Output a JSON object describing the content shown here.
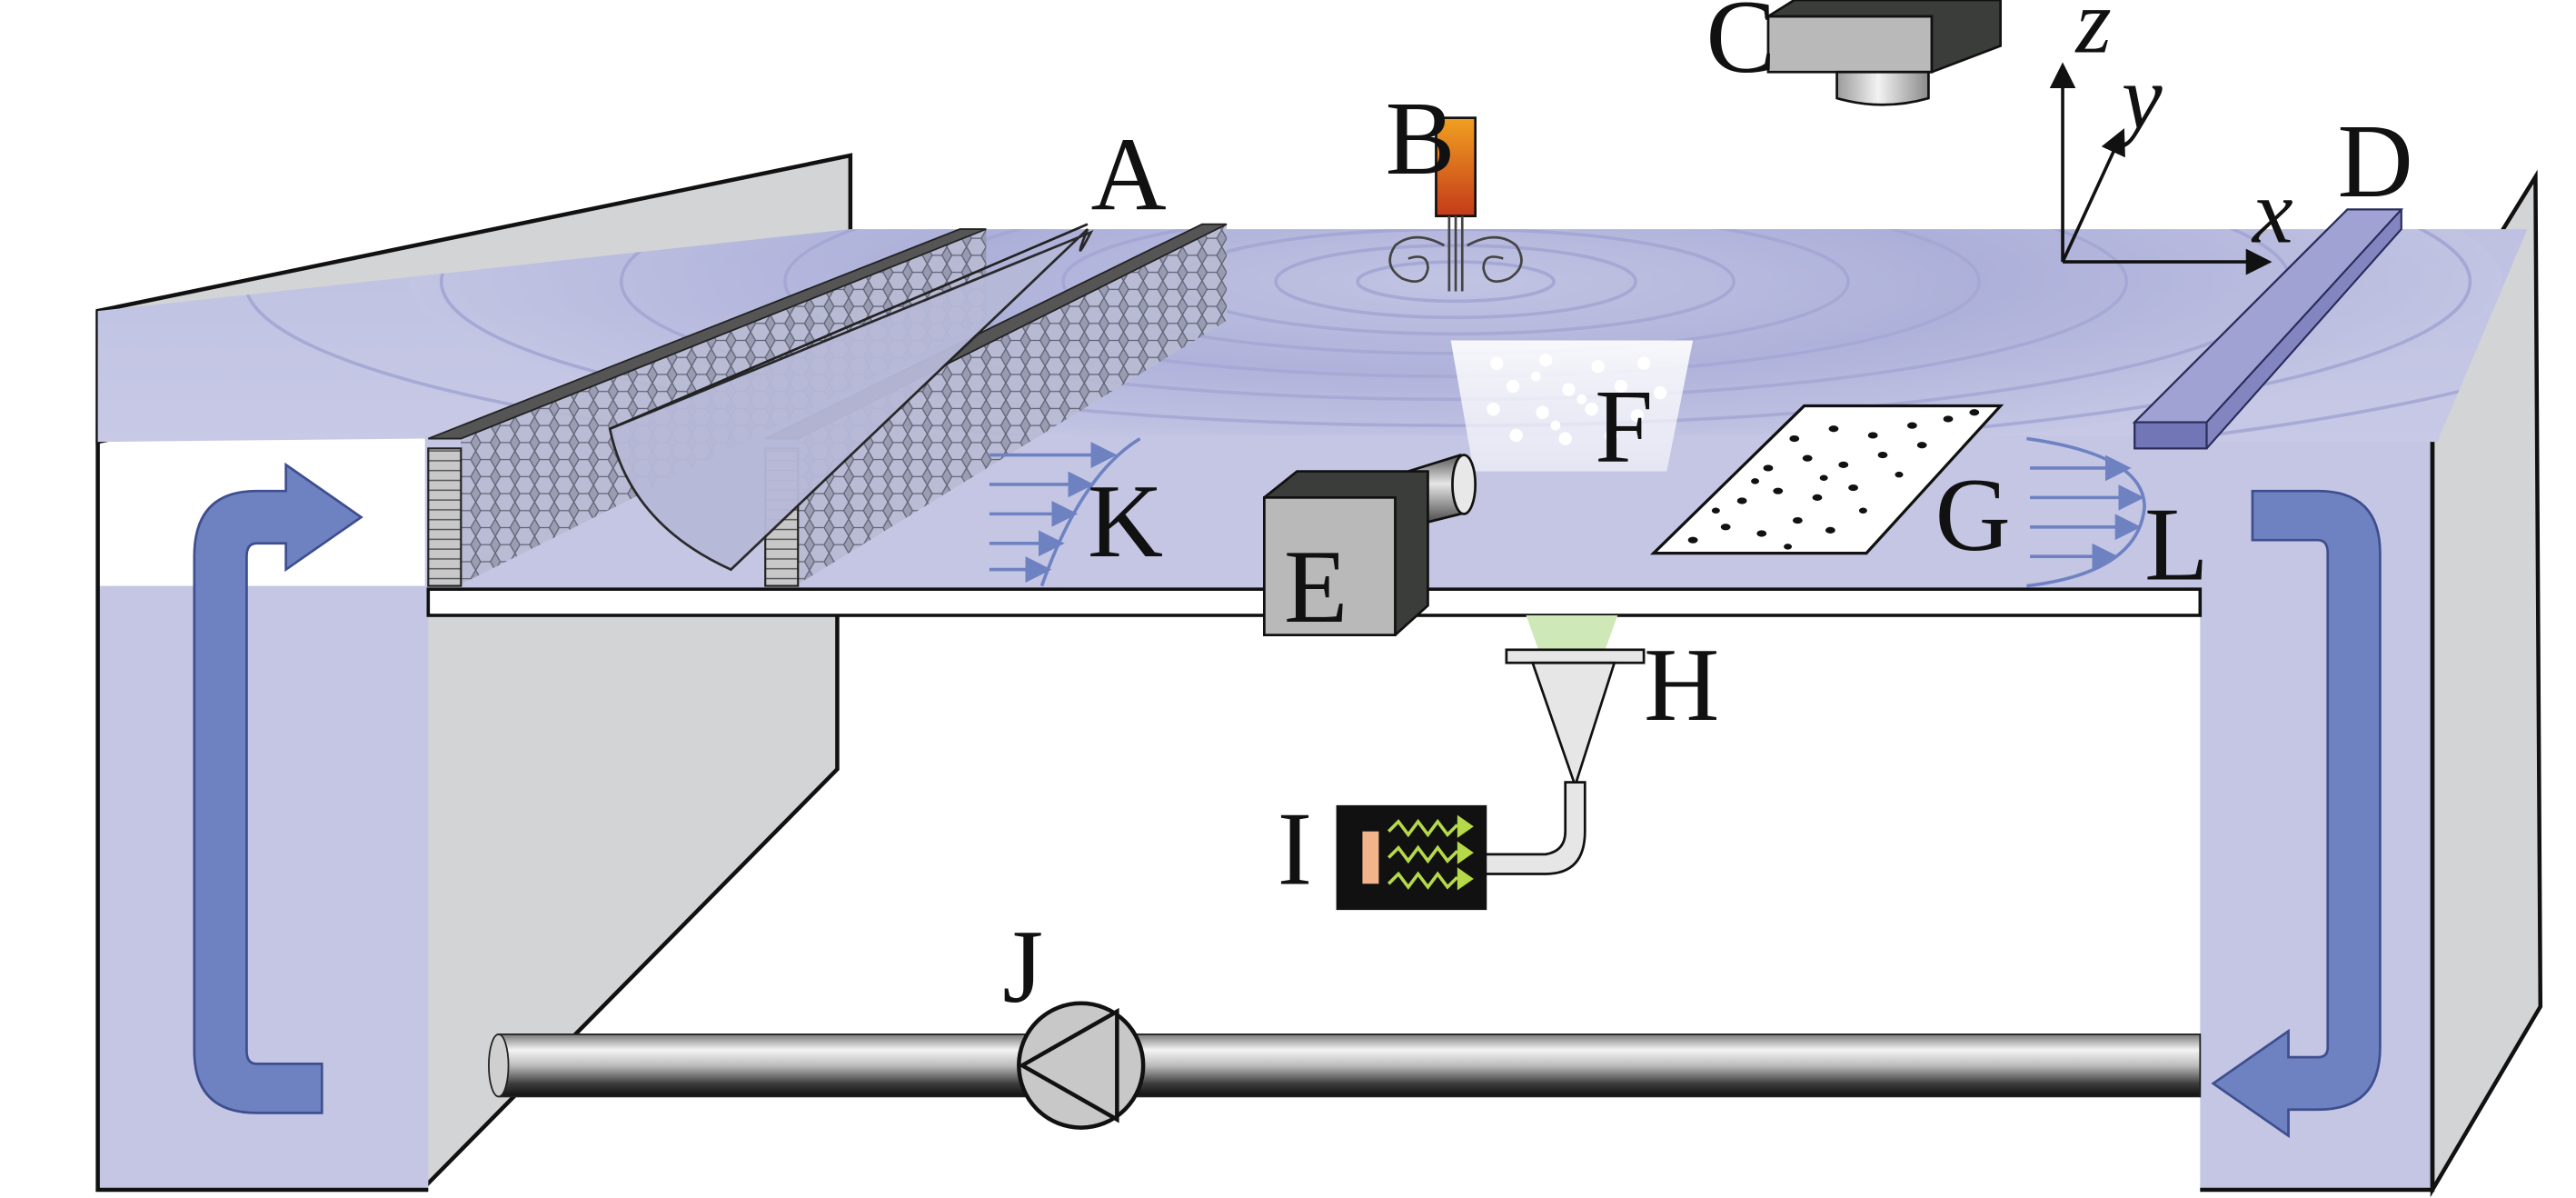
{
  "labels": {
    "A": "A",
    "B": "B",
    "C": "C",
    "D": "D",
    "E": "E",
    "F": "F",
    "G": "G",
    "H": "H",
    "I": "I",
    "J": "J",
    "K": "K",
    "L": "L"
  },
  "axes": {
    "x": "x",
    "y": "y",
    "z": "z"
  },
  "colors": {
    "water": "#c4c6e4",
    "wave": "#8f93c8",
    "flow_arrow": "#6e82c2",
    "wall_gray": "#d3d4d6",
    "pipe_dark": "#2a2a2a"
  },
  "icons": {
    "honeycomb": "honeycomb-icon",
    "wave_maker": "wave-maker-icon",
    "camera": "camera-icon",
    "laser": "laser-icon",
    "pump": "pump-icon"
  }
}
